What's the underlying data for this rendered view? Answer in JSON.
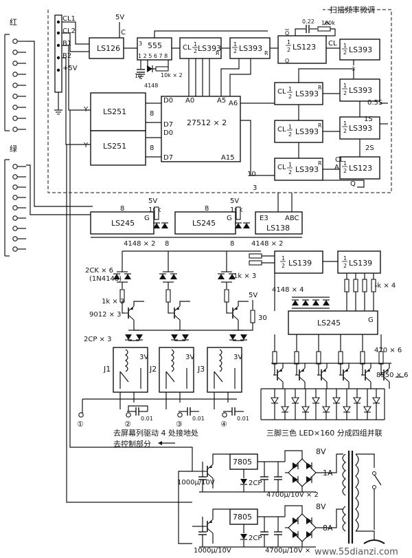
{
  "labels": {
    "red": "红",
    "green": "绿",
    "scan_tune": "扫描频率微调",
    "cl1": "CL1",
    "cl2": "CL2",
    "b1": "B1",
    "b2": "B2",
    "plus5v": "+5V",
    "v5": "5V",
    "c": "C",
    "y": "Y",
    "cl": "CL",
    "r": "R",
    "q": "Q",
    "qbar": "Q",
    "d0": "D0",
    "d7": "D7",
    "a0": "A0",
    "a5": "A5",
    "a6": "A6",
    "a15": "A15",
    "e3": "E3",
    "abc": "ABC",
    "g": "G",
    "a": "A",
    "n3": "3",
    "n8": "8",
    "n10": "10",
    "pins_555": "1 2 5 6 7 8",
    "pin3": "3",
    "cap_022": "0.22",
    "pot_100k": "100k",
    "cap_10": "10",
    "diode_4148": "4148",
    "r_10kx2": "10k × 2",
    "s05": "0.5S",
    "s1": "1S",
    "s2": "2S",
    "r_10k": "10k",
    "d_4148x2": "4148 × 2",
    "d_2ck": "2CK × 6",
    "d_in4148": "(1N4148)",
    "r_1kx3": "1k × 3",
    "t_9012": "9012 × 3",
    "d_2cp": "2CP × 3",
    "r_30": "30",
    "d_4148x4": "4148 × 4",
    "r_5kx4": "5k × 4",
    "r_470x6": "470 × 6",
    "t_8550": "8550 × 6",
    "v3": "3V",
    "j1": "J1",
    "j2": "J2",
    "j3": "J3",
    "c_001": "0.01",
    "n_1": "①",
    "n_2": "②",
    "n_3": "③",
    "n_4": "④",
    "to_screen": "去屏幕列驱动 4 处接地处",
    "to_control": "去控制部分",
    "led_note": "三脚三色 LED×160  分成四组并联",
    "reg": "7805",
    "v8": "8V",
    "a1": "1A",
    "a8": "8A",
    "d_2cp_single": "2CP",
    "c_1000": "1000μ/10V",
    "c_4700x2": "4700μ/10V × 2",
    "c_4700": "4700μ/10V ×",
    "watermark": "www.55dianzi.com"
  },
  "chips": {
    "ls126": "LS126",
    "u555": "555",
    "ls393": "LS393",
    "ls123": "LS123",
    "ls251": "LS251",
    "eprom": "27512 × 2",
    "ls245": "LS245",
    "ls138": "LS138",
    "ls139": "LS139",
    "half_num": "1",
    "half_den": "2"
  }
}
